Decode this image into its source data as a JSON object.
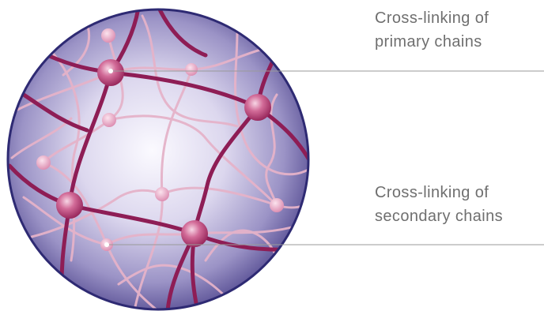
{
  "labels": {
    "primary": {
      "line1": "Cross-linking of",
      "line2": "primary chains"
    },
    "secondary": {
      "line1": "Cross-linking of",
      "line2": "secondary chains"
    }
  },
  "colors": {
    "sphere_edge": "#2e2a73",
    "sphere_center": "#f4f2fb",
    "primary_chain": "#8e1d55",
    "secondary_chain": "#e3afc6",
    "node_primary": "#c23f78",
    "node_secondary": "#eaa3c2",
    "leader_line": "#9a9a9a",
    "label_text": "#6f6f6f"
  }
}
